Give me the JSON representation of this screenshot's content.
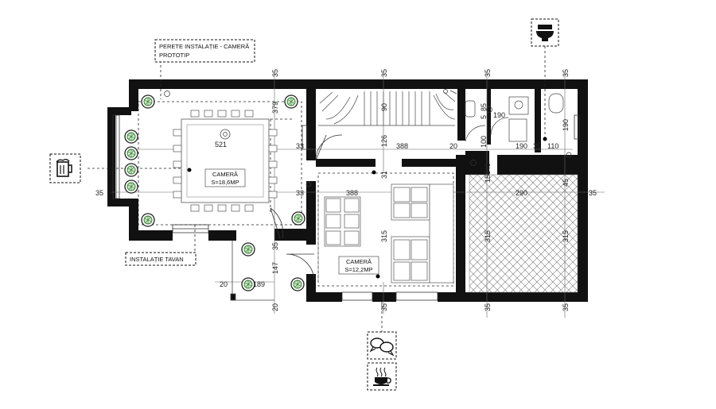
{
  "callouts": {
    "wall_install_line1": "PERETE INSTALAȚIE - CAMERĂ",
    "wall_install_line2": "PROTOTIP",
    "ceiling_install": "INSTALAȚIE TAVAN"
  },
  "cameras": {
    "camera1_title": "CAMERĂ",
    "camera1_res": "S=18,6MP",
    "camera2_title": "CAMERĂ",
    "camera2_res": "S=12,2MP"
  },
  "dimensions": {
    "top_left": "35",
    "top_mid": "35",
    "top_right1": "35",
    "top_right2": "35",
    "wall_379": "379",
    "stair_90": "90",
    "room_521": "521",
    "d_33a": "33",
    "d_33b": "33",
    "d_126": "126",
    "d_388a": "388",
    "d_388b": "388",
    "d_20a": "20",
    "d_100": "100",
    "d_85": "85",
    "d_5": "5",
    "d_190a": "190",
    "d_190b": "190",
    "d_190c": "190",
    "d_35r": "35",
    "d_110": "110",
    "d_145": "145",
    "d_15": "15",
    "d_290": "290",
    "d_45": "45",
    "left_35": "35",
    "right_35": "35",
    "d_31": "31",
    "d_315a": "315",
    "d_315b": "315",
    "d_315c": "315",
    "d_147": "147",
    "d_35m": "35",
    "d_20b": "20",
    "d_189": "189",
    "d_20c": "20",
    "bot_35a": "35",
    "bot_35b": "35",
    "bot_35c": "35"
  },
  "icons": {
    "beer": "beer-mug-icon",
    "toilet": "toilet-icon",
    "chat": "chat-bubbles-icon",
    "coffee": "coffee-cup-icon"
  }
}
